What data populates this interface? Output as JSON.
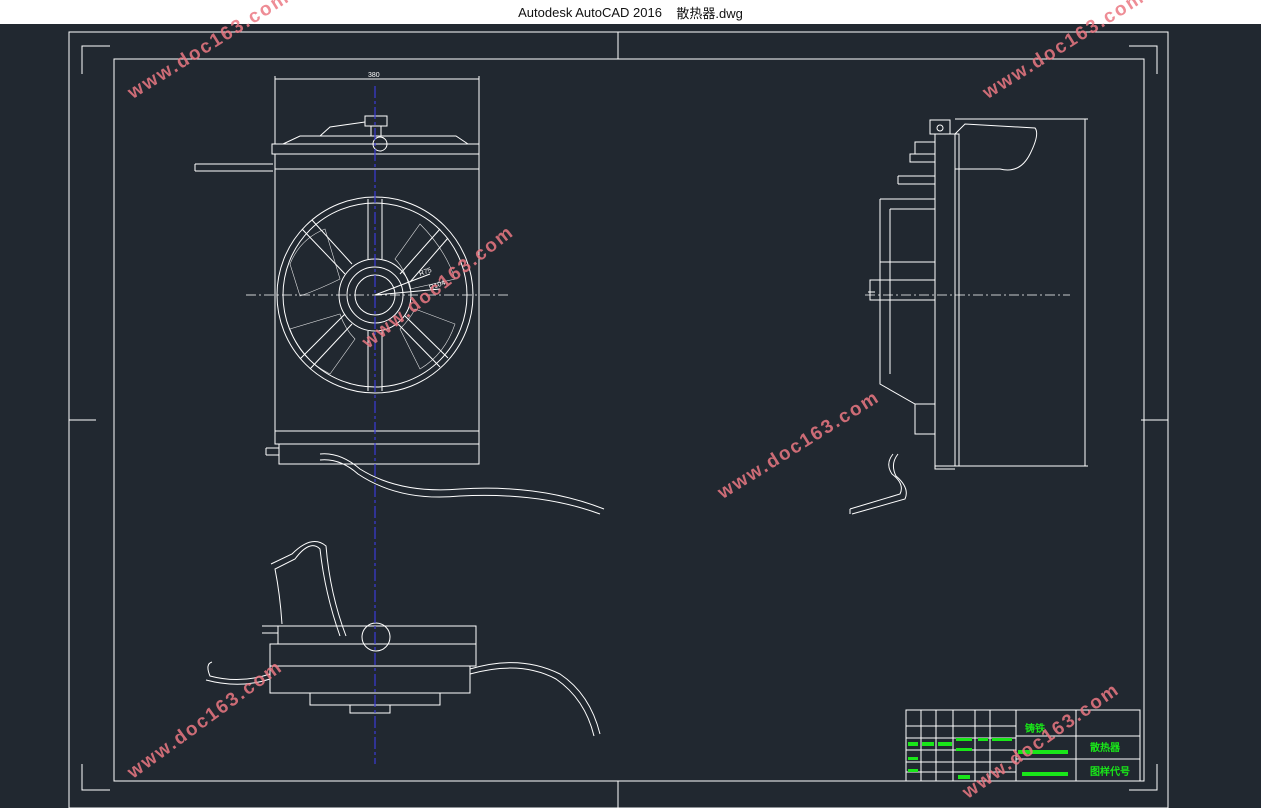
{
  "window": {
    "app_name": "Autodesk AutoCAD 2016",
    "file_name": "散热器.dwg"
  },
  "colors": {
    "background": "#212830",
    "line": "#ffffff",
    "centerline_blue": "#3b3bd6",
    "titleblock_green": "#19e619",
    "watermark": "#eb7882"
  },
  "dimensions": {
    "top_width": "380",
    "radius_1": "R75",
    "radius_2": "R104"
  },
  "title_block": {
    "part_name": "散热器",
    "drawing_code_label": "图样代号",
    "material_label": "铸铁"
  },
  "watermark": {
    "text": "www.doc163.com"
  }
}
